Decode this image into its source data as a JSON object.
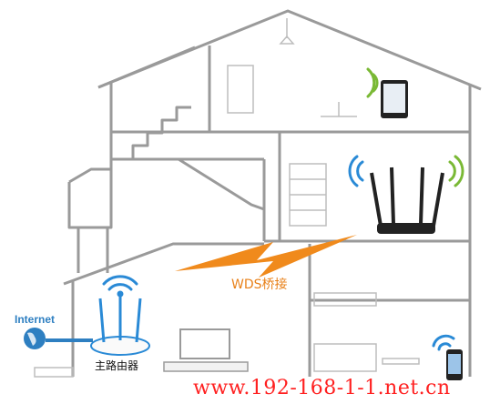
{
  "labels": {
    "internet": "Internet",
    "main_router": "主路由器",
    "wds_bridge": "WDS桥接",
    "watermark": "www.192-168-1-1.net.cn"
  },
  "colors": {
    "outline": "#9a9a9a",
    "wifi_blue": "#2a8ad6",
    "wifi_green": "#7ab935",
    "link_orange": "#f08a1c",
    "internet_blue": "#2e7fc1",
    "watermark_red": "#ff2020"
  },
  "icons": [
    "globe-icon",
    "wifi-icon",
    "router-icon",
    "tablet-icon",
    "smartphone-icon",
    "tv-icon",
    "lightning-link-icon"
  ]
}
